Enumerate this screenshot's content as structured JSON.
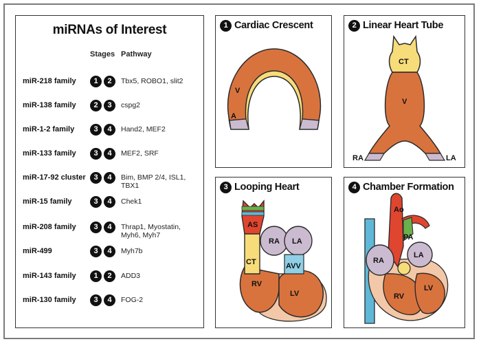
{
  "table": {
    "title": "miRNAs of Interest",
    "col_stages": "Stages",
    "col_pathway": "Pathway",
    "rows": [
      {
        "name": "miR-218 family",
        "s1": "1",
        "s2": "2",
        "pathway": "Tbx5, ROBO1, slit2"
      },
      {
        "name": "miR-138 family",
        "s1": "2",
        "s2": "3",
        "pathway": "cspg2"
      },
      {
        "name": "miR-1-2 family",
        "s1": "3",
        "s2": "4",
        "pathway": "Hand2, MEF2"
      },
      {
        "name": "miR-133 family",
        "s1": "3",
        "s2": "4",
        "pathway": "MEF2, SRF"
      },
      {
        "name": "miR-17-92 cluster",
        "s1": "3",
        "s2": "4",
        "pathway": "Bim, BMP 2/4, ISL1, TBX1"
      },
      {
        "name": "miR-15 family",
        "s1": "3",
        "s2": "4",
        "pathway": "Chek1"
      },
      {
        "name": "miR-208 family",
        "s1": "3",
        "s2": "4",
        "pathway": "Thrap1, Myostatin,\nMyh6, Myh7"
      },
      {
        "name": "miR-499",
        "s1": "3",
        "s2": "4",
        "pathway": "Myh7b"
      },
      {
        "name": "miR-143 family",
        "s1": "1",
        "s2": "2",
        "pathway": "ADD3"
      },
      {
        "name": "miR-130 family",
        "s1": "3",
        "s2": "4",
        "pathway": "FOG-2"
      }
    ]
  },
  "panels": {
    "p1": {
      "num": "1",
      "title": "Cardiac Crescent",
      "labels": {
        "v": "V",
        "a": "A"
      }
    },
    "p2": {
      "num": "2",
      "title": "Linear Heart Tube",
      "labels": {
        "ct": "CT",
        "v": "V",
        "ra": "RA",
        "la": "LA"
      }
    },
    "p3": {
      "num": "3",
      "title": "Looping Heart",
      "labels": {
        "as": "AS",
        "ra": "RA",
        "la": "LA",
        "ct": "CT",
        "avv": "AVV",
        "rv": "RV",
        "lv": "LV"
      }
    },
    "p4": {
      "num": "4",
      "title": "Chamber Formation",
      "labels": {
        "ao": "Ao",
        "pa": "PA",
        "ra": "RA",
        "la": "LA",
        "rv": "RV",
        "lv": "LV"
      }
    }
  },
  "colors": {
    "muscle": "#d9733e",
    "muscle_dark": "#b8532a",
    "yellow": "#f7dc7a",
    "atrium": "#cbbbd0",
    "vessel": "#5fb8d8",
    "outflow_red": "#e0452f",
    "outflow_green": "#6ab04c",
    "outline": "#2a2a2a"
  }
}
